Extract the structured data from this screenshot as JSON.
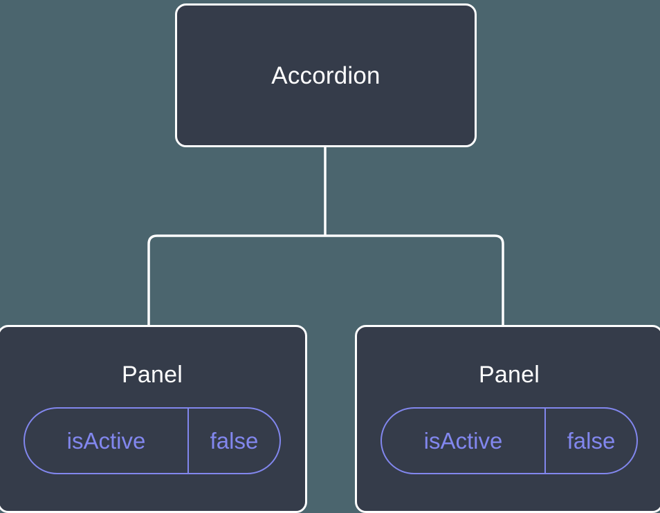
{
  "canvas": {
    "background_color": "#4b656e",
    "node_fill_color": "#353c4a",
    "node_border_color": "#ffffff",
    "connector_color": "#ffffff",
    "accent_color": "#8287ee",
    "title_text_color": "#ffffff"
  },
  "tree": {
    "root": {
      "label": "Accordion"
    },
    "children": [
      {
        "label": "Panel",
        "state": {
          "key": "isActive",
          "value": "false"
        }
      },
      {
        "label": "Panel",
        "state": {
          "key": "isActive",
          "value": "false"
        }
      }
    ]
  }
}
